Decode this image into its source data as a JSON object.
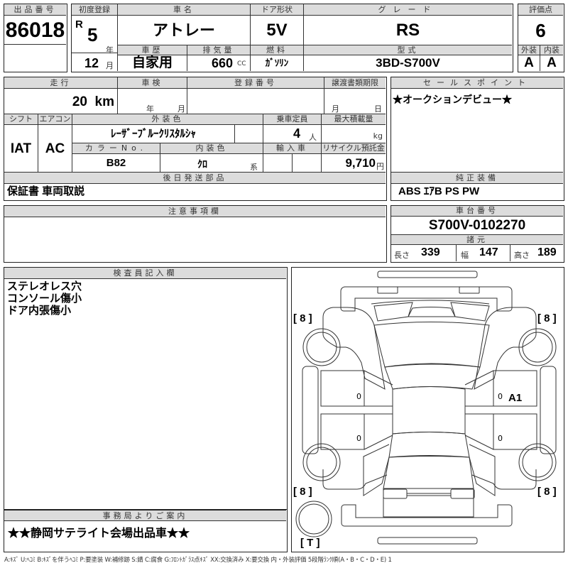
{
  "lot": {
    "header": "出品番号",
    "number": "86018"
  },
  "first_registration": {
    "header": "初度登録",
    "era": "R",
    "year": "5",
    "year_unit": "年",
    "month": "12",
    "month_unit": "月"
  },
  "car_name": {
    "header": "車名",
    "value": "アトレー"
  },
  "door_type": {
    "header": "ドア形状",
    "value": "5V"
  },
  "grade": {
    "header": "グレード",
    "value": "RS"
  },
  "score": {
    "header": "評価点",
    "value": "6",
    "exterior_header": "外装",
    "exterior": "A",
    "interior_header": "内装",
    "interior": "A"
  },
  "history": {
    "header": "車歴",
    "value": "自家用"
  },
  "displacement": {
    "header": "排気量",
    "value": "660",
    "unit": "CC"
  },
  "fuel": {
    "header": "燃料",
    "value": "ｶﾞｿﾘﾝ"
  },
  "model_code": {
    "header": "型式",
    "value": "3BD-S700V"
  },
  "mileage": {
    "header": "走行",
    "value": "20",
    "unit": "km"
  },
  "inspection": {
    "header": "車検",
    "year_unit": "年",
    "month_unit": "月"
  },
  "registration_number": {
    "header": "登録番号",
    "value": ""
  },
  "transfer_deadline": {
    "header": "譲渡書類期限",
    "month_unit": "月",
    "day_unit": "日"
  },
  "shift": {
    "header": "シフト",
    "value": "IAT"
  },
  "aircon": {
    "header": "エアコン",
    "value": "AC"
  },
  "exterior_color": {
    "header": "外装色",
    "value": "ﾚｰｻﾞｰﾌﾞﾙｰｸﾘｽﾀﾙｼｬ"
  },
  "capacity": {
    "header": "乗車定員",
    "value": "4",
    "unit": "人"
  },
  "max_load": {
    "header": "最大積載量",
    "value": "",
    "unit": "kg"
  },
  "color_no": {
    "header": "カラーNo.",
    "value": "B82"
  },
  "interior_color": {
    "header": "内装色",
    "value": "ｸﾛ",
    "suffix": "系"
  },
  "import": {
    "header": "輸入車",
    "value": ""
  },
  "recycle": {
    "header": "リサイクル預託金",
    "value": "9,710",
    "unit": "円"
  },
  "sales_point": {
    "header": "セールスポイント",
    "value": "★オークションデビュー★"
  },
  "later_parts": {
    "header": "後日発送部品",
    "value": "保証書 車両取説"
  },
  "equipment": {
    "header": "純正装備",
    "value": "ABS ｴｱB PS PW"
  },
  "cautions": {
    "header": "注意事項欄",
    "value": ""
  },
  "chassis": {
    "header": "車台番号",
    "value": "S700V-0102270"
  },
  "specs": {
    "header": "諸元",
    "length_label": "長さ",
    "length": "339",
    "width_label": "幅",
    "width": "147",
    "height_label": "高さ",
    "height": "189"
  },
  "inspector": {
    "header": "検査員記入欄",
    "lines": [
      "ステレオレス穴",
      "コンソール傷小",
      "ドア内張傷小"
    ]
  },
  "office": {
    "header": "事務局よりご案内",
    "value": "★★静岡サテライト会場出品車★★"
  },
  "diagram": {
    "tire_fl": "[ 8 ]",
    "tire_fr": "[ 8 ]",
    "tire_rl": "[ 8 ]",
    "tire_rr": "[ 8 ]",
    "spare": "[ T ]",
    "mark_a1": "A1",
    "zero": "0"
  },
  "legend": "A:ｷｽﾞ  U:ﾍｺﾐ  B:ｷｽﾞを伴うﾍｺﾐ  P:要塗装  W:補修跡  S:錆  C:腐食  G:ﾌﾛﾝﾄｶﾞﾗｽ点ｷｽﾞ  XX:交換済み  X:要交換   内・外装評価  5段階ﾗﾝｸ順(A・B・C・D・E) 1"
}
